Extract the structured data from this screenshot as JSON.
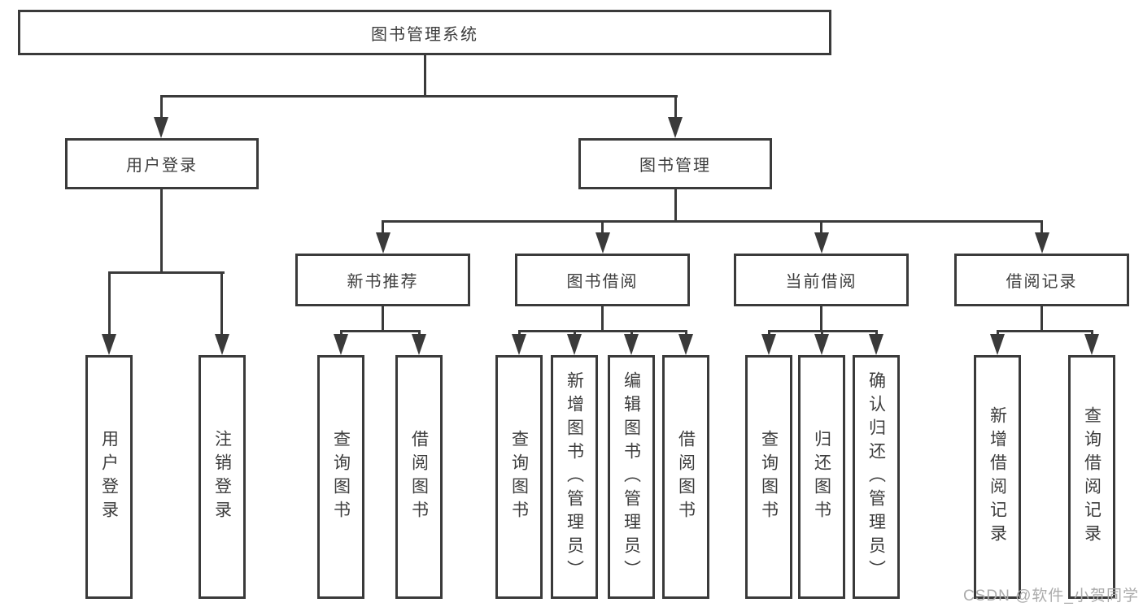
{
  "diagram_type": "hierarchy-tree",
  "colors": {
    "background": "#ffffff",
    "line": "#3a3a3a",
    "box_fill": "#ffffff",
    "text": "#3d3d3d",
    "watermark": "#ababab"
  },
  "nodes": {
    "root": {
      "label": "图书管理系统"
    },
    "level2": [
      {
        "label": "用户登录",
        "parent": "图书管理系统"
      },
      {
        "label": "图书管理",
        "parent": "图书管理系统"
      }
    ],
    "level3": [
      {
        "label": "新书推荐",
        "parent": "图书管理"
      },
      {
        "label": "图书借阅",
        "parent": "图书管理"
      },
      {
        "label": "当前借阅",
        "parent": "图书管理"
      },
      {
        "label": "借阅记录",
        "parent": "图书管理"
      }
    ],
    "leaves": [
      {
        "label": "用户登录",
        "parent": "用户登录"
      },
      {
        "label": "注销登录",
        "parent": "用户登录"
      },
      {
        "label": "查询图书",
        "parent": "新书推荐"
      },
      {
        "label": "借阅图书",
        "parent": "新书推荐"
      },
      {
        "label": "查询图书",
        "parent": "图书借阅"
      },
      {
        "label": "新增图书（管理员）",
        "parent": "图书借阅"
      },
      {
        "label": "编辑图书（管理员）",
        "parent": "图书借阅"
      },
      {
        "label": "借阅图书",
        "parent": "图书借阅"
      },
      {
        "label": "查询图书",
        "parent": "当前借阅"
      },
      {
        "label": "归还图书",
        "parent": "当前借阅"
      },
      {
        "label": "确认归还（管理员）",
        "parent": "当前借阅"
      },
      {
        "label": "新增借阅记录",
        "parent": "借阅记录"
      },
      {
        "label": "查询借阅记录",
        "parent": "借阅记录"
      }
    ]
  },
  "watermark": {
    "text": "CSDN @软件_小贺同学"
  }
}
